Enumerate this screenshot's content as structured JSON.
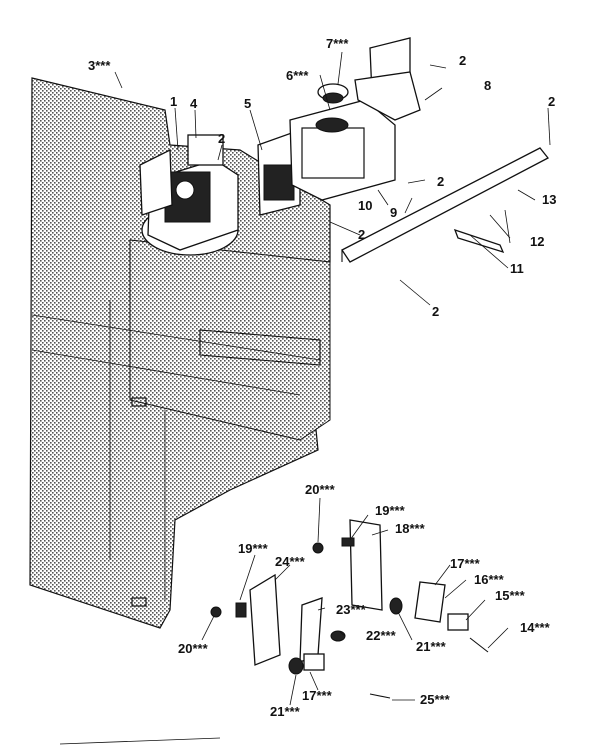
{
  "callouts": {
    "c1": "1",
    "c2a": "2",
    "c2b": "2",
    "c2c": "2",
    "c2d": "2",
    "c2e": "2",
    "c2f": "2",
    "c3": "3***",
    "c4": "4",
    "c5": "5",
    "c6": "6***",
    "c7": "7***",
    "c8": "8",
    "c9": "9",
    "c10": "10",
    "c11": "11",
    "c12": "12",
    "c13": "13",
    "c14": "14***",
    "c15": "15***",
    "c16": "16***",
    "c17a": "17***",
    "c17b": "17***",
    "c18": "18***",
    "c19a": "19***",
    "c19b": "19***",
    "c20a": "20***",
    "c20b": "20***",
    "c21a": "21***",
    "c21b": "21***",
    "c22": "22***",
    "c23": "23***",
    "c24": "24***",
    "c25": "25***"
  },
  "colors": {
    "ink": "#111111",
    "paper": "#ffffff",
    "cabinet_texture": "#6b6b6b"
  }
}
